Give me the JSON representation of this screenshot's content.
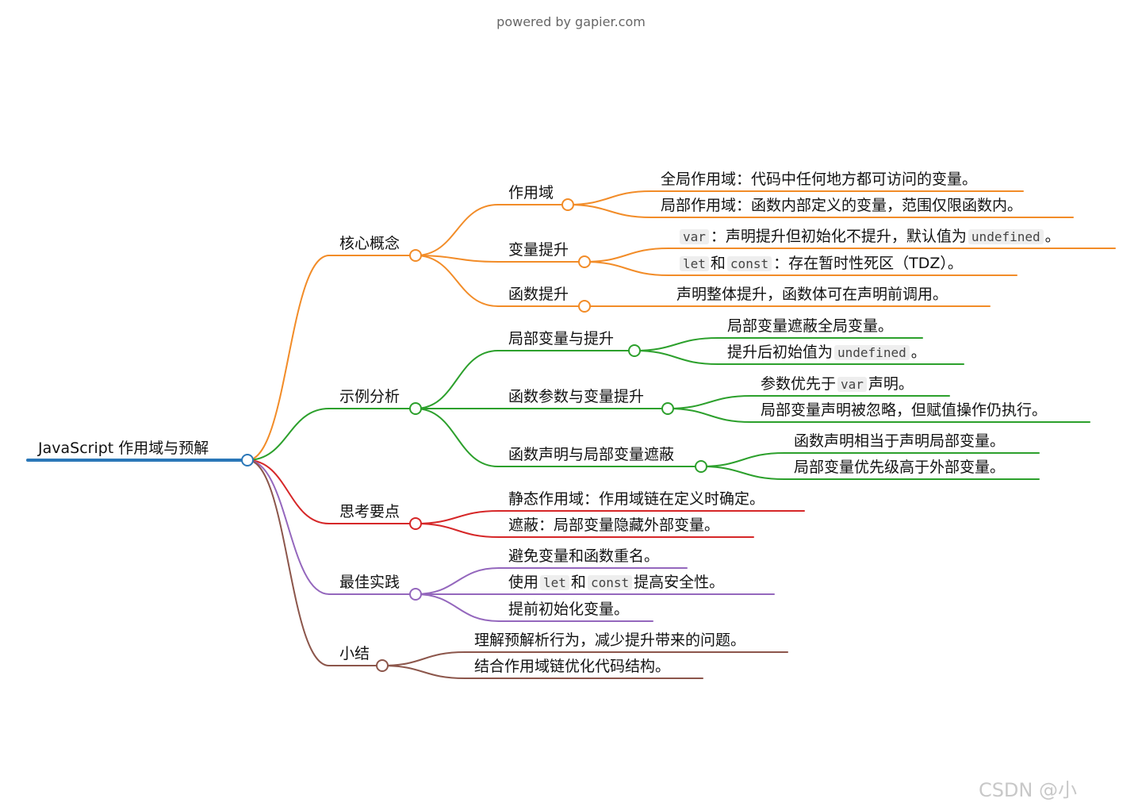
{
  "header": {
    "powered_by": "powered by gapier.com"
  },
  "watermark": "CSDN @小",
  "colors": {
    "root": "#2a77b8",
    "核心概念": "#f28c28",
    "示例分析": "#2ca02c",
    "思考要点": "#d62728",
    "最佳实践": "#9467bd",
    "小结": "#8c564b"
  },
  "mindmap": {
    "root": {
      "label": "JavaScript 作用域与预解"
    },
    "branches": [
      {
        "label": "核心概念",
        "children": [
          {
            "label": "作用域",
            "children": [
              {
                "parts": [
                  {
                    "text": "全局作用域：代码中任何地方都可访问的变量。"
                  }
                ]
              },
              {
                "parts": [
                  {
                    "text": "局部作用域：函数内部定义的变量，范围仅限函数内。"
                  }
                ]
              }
            ]
          },
          {
            "label": "变量提升",
            "children": [
              {
                "parts": [
                  {
                    "code": "var"
                  },
                  {
                    "text": "：声明提升但初始化不提升，默认值为"
                  },
                  {
                    "code": "undefined"
                  },
                  {
                    "text": "。"
                  }
                ]
              },
              {
                "parts": [
                  {
                    "code": "let"
                  },
                  {
                    "text": "和"
                  },
                  {
                    "code": "const"
                  },
                  {
                    "text": "：存在暂时性死区（TDZ）。"
                  }
                ]
              }
            ]
          },
          {
            "label": "函数提升",
            "children": [
              {
                "parts": [
                  {
                    "text": "声明整体提升，函数体可在声明前调用。"
                  }
                ]
              }
            ]
          }
        ]
      },
      {
        "label": "示例分析",
        "children": [
          {
            "label": "局部变量与提升",
            "children": [
              {
                "parts": [
                  {
                    "text": "局部变量遮蔽全局变量。"
                  }
                ]
              },
              {
                "parts": [
                  {
                    "text": "提升后初始值为"
                  },
                  {
                    "code": "undefined"
                  },
                  {
                    "text": "。"
                  }
                ]
              }
            ]
          },
          {
            "label": "函数参数与变量提升",
            "children": [
              {
                "parts": [
                  {
                    "text": "参数优先于"
                  },
                  {
                    "code": "var"
                  },
                  {
                    "text": "声明。"
                  }
                ]
              },
              {
                "parts": [
                  {
                    "text": "局部变量声明被忽略，但赋值操作仍执行。"
                  }
                ]
              }
            ]
          },
          {
            "label": "函数声明与局部变量遮蔽",
            "children": [
              {
                "parts": [
                  {
                    "text": "函数声明相当于声明局部变量。"
                  }
                ]
              },
              {
                "parts": [
                  {
                    "text": "局部变量优先级高于外部变量。"
                  }
                ]
              }
            ]
          }
        ]
      },
      {
        "label": "思考要点",
        "children": [
          {
            "parts": [
              {
                "text": "静态作用域：作用域链在定义时确定。"
              }
            ]
          },
          {
            "parts": [
              {
                "text": "遮蔽：局部变量隐藏外部变量。"
              }
            ]
          }
        ]
      },
      {
        "label": "最佳实践",
        "children": [
          {
            "parts": [
              {
                "text": "避免变量和函数重名。"
              }
            ]
          },
          {
            "parts": [
              {
                "text": "使用"
              },
              {
                "code": "let"
              },
              {
                "text": "和"
              },
              {
                "code": "const"
              },
              {
                "text": "提高安全性。"
              }
            ]
          },
          {
            "parts": [
              {
                "text": "提前初始化变量。"
              }
            ]
          }
        ]
      },
      {
        "label": "小结",
        "children": [
          {
            "parts": [
              {
                "text": "理解预解析行为，减少提升带来的问题。"
              }
            ]
          },
          {
            "parts": [
              {
                "text": "结合作用域链优化代码结构。"
              }
            ]
          }
        ]
      }
    ]
  }
}
